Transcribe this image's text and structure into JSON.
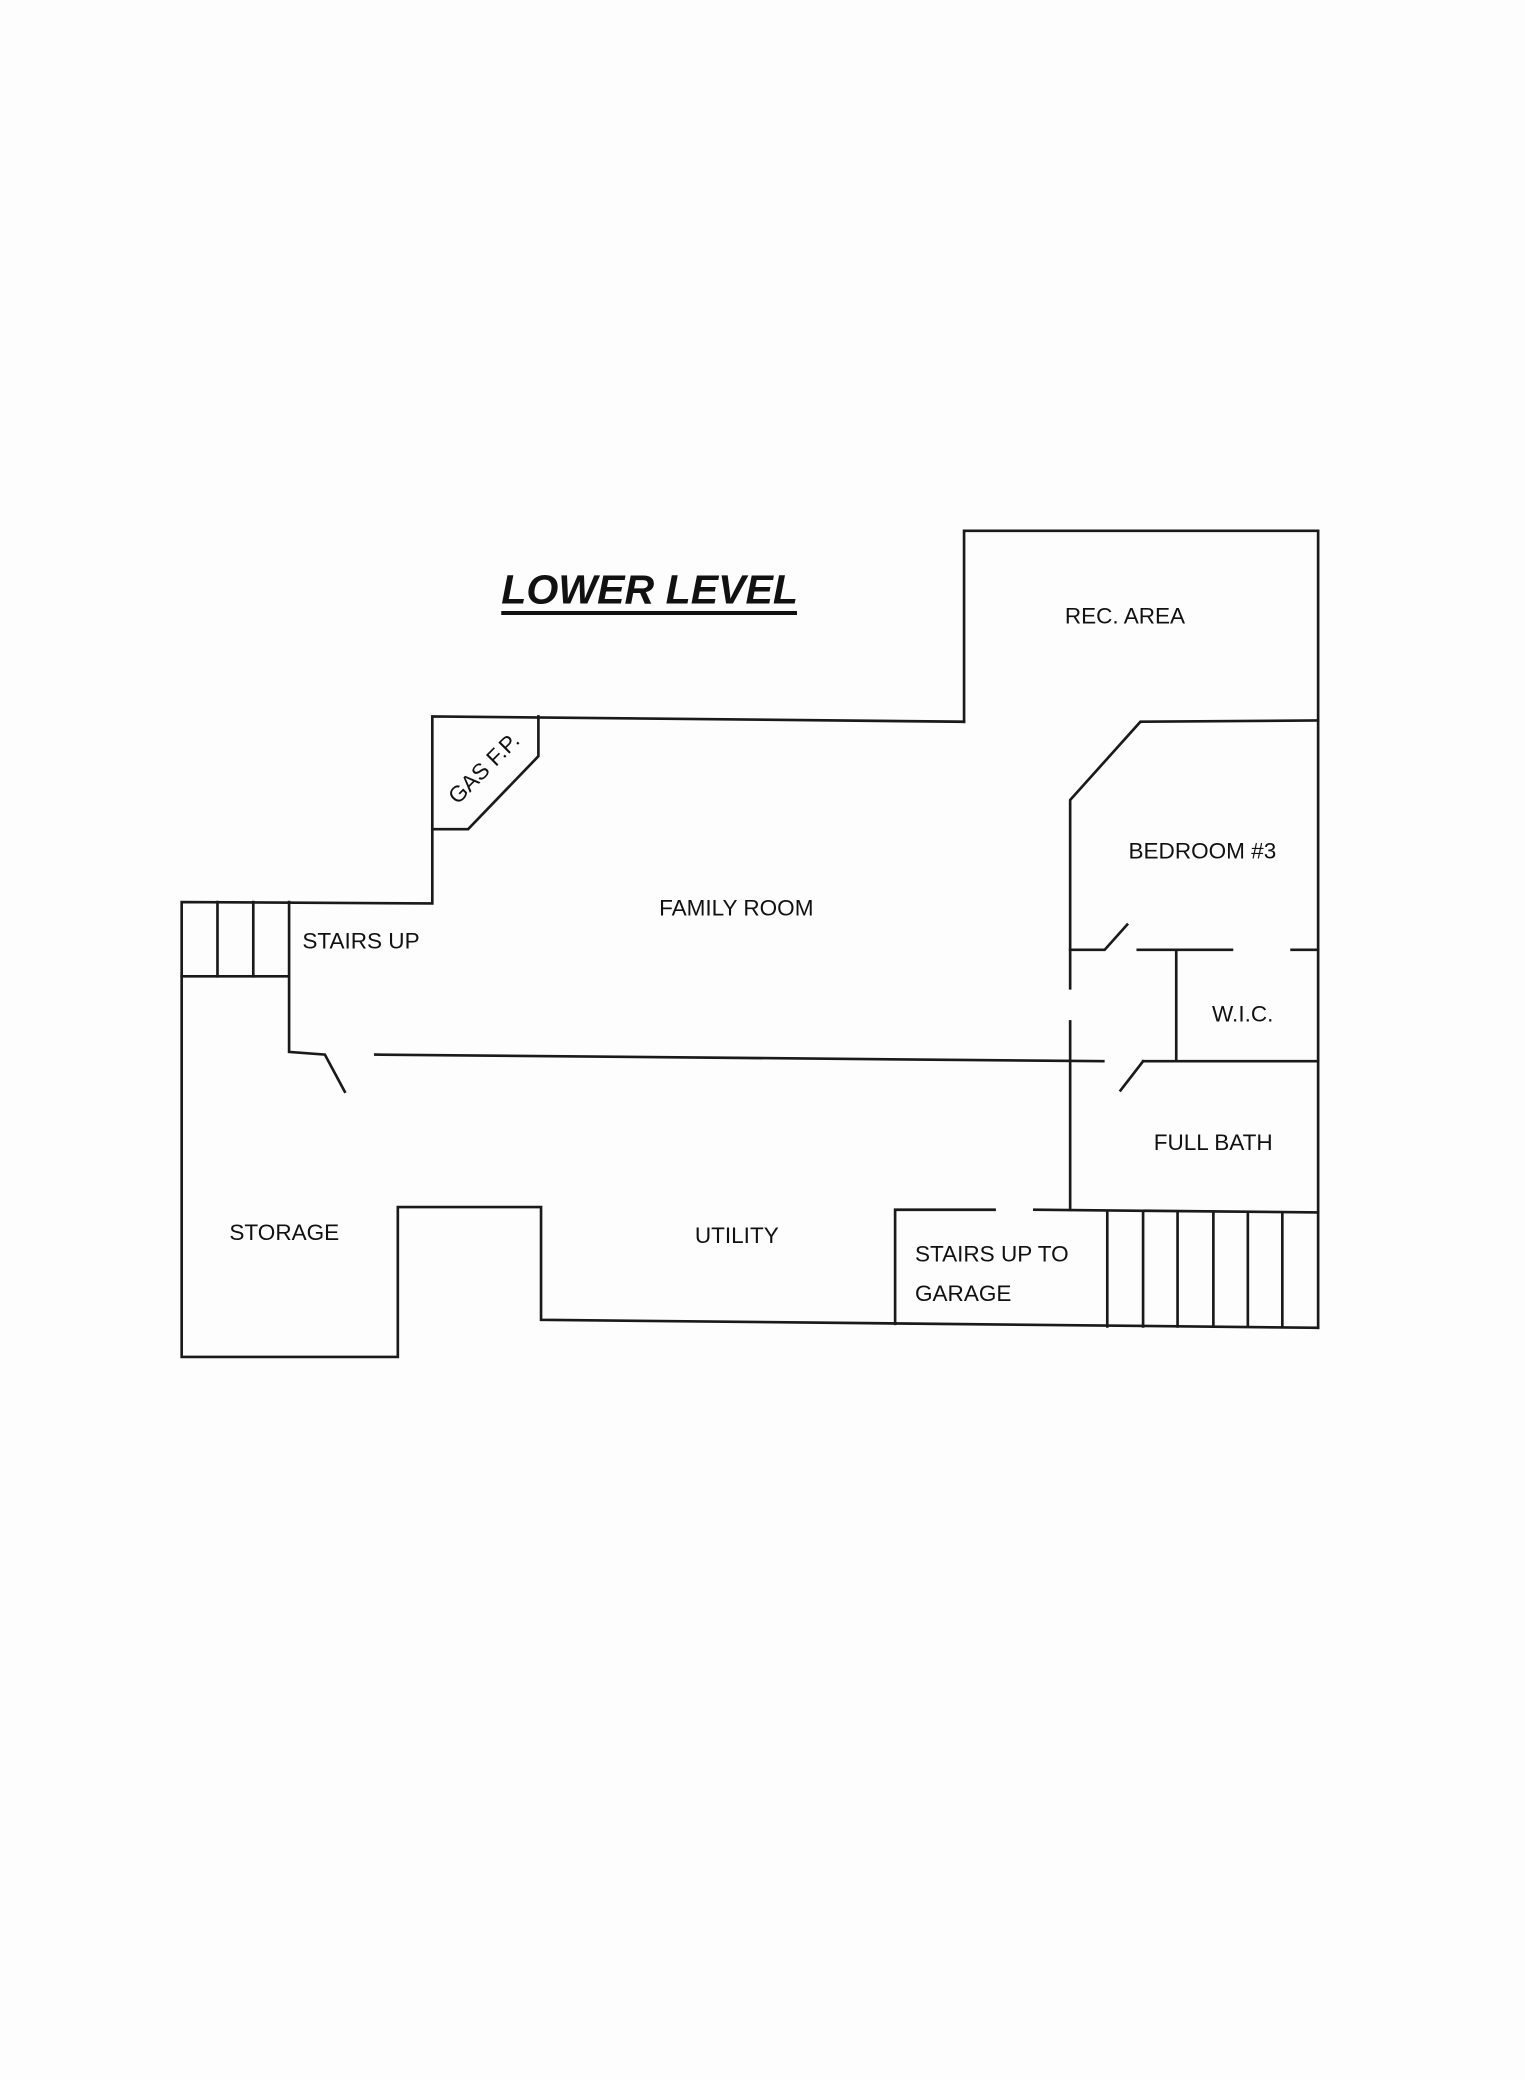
{
  "title": "LOWER LEVEL",
  "rooms": {
    "rec_area": "REC. AREA",
    "gas_fp": "GAS F.P.",
    "family_room": "FAMILY ROOM",
    "bedroom3": "BEDROOM #3",
    "stairs_up": "STAIRS UP",
    "wic": "W.I.C.",
    "full_bath": "FULL BATH",
    "storage": "STORAGE",
    "utility": "UTILITY",
    "stairs_garage_1": "STAIRS UP TO",
    "stairs_garage_2": "GARAGE"
  }
}
